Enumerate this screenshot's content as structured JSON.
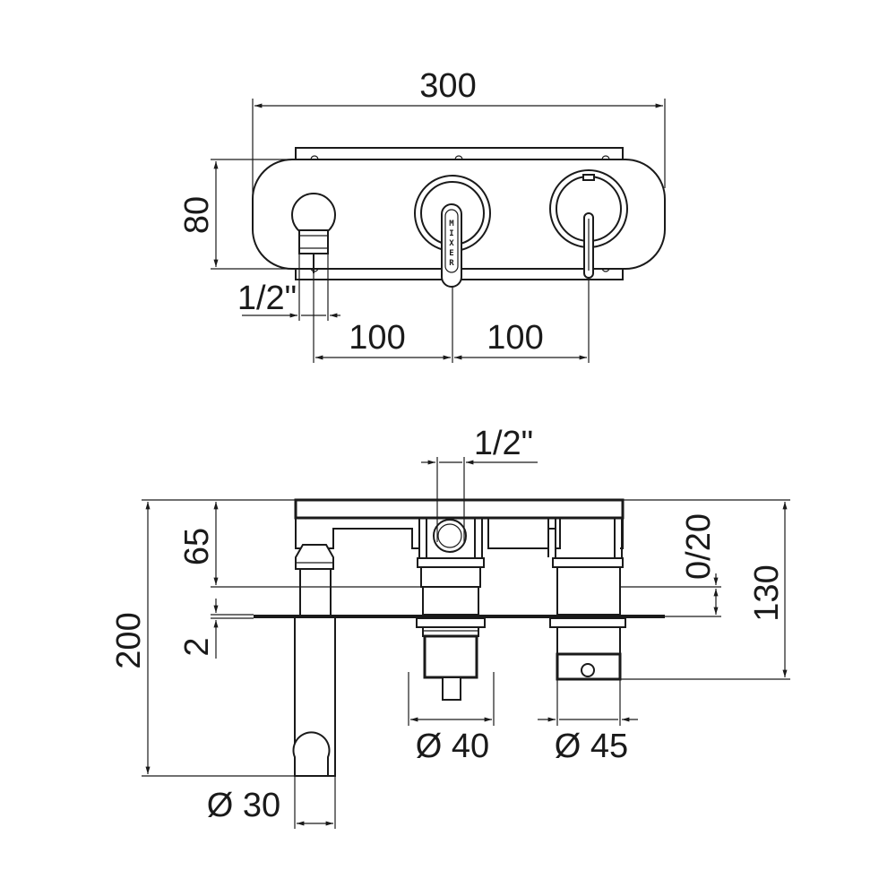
{
  "front_view": {
    "width": "300",
    "height": "80",
    "spacing_left": "100",
    "spacing_right": "100",
    "connection": "1/2\""
  },
  "logo": {
    "letters": [
      "M",
      "I",
      "X",
      "E",
      "R"
    ]
  },
  "side_view": {
    "connection": "1/2\"",
    "total_depth": "200",
    "body_depth": "65",
    "plate_thickness": "2",
    "adjustment": "0/20",
    "right_depth": "130",
    "diameter_left_handle": "Ø 40",
    "diameter_right_handle": "Ø 45",
    "diameter_spout": "Ø 30"
  }
}
